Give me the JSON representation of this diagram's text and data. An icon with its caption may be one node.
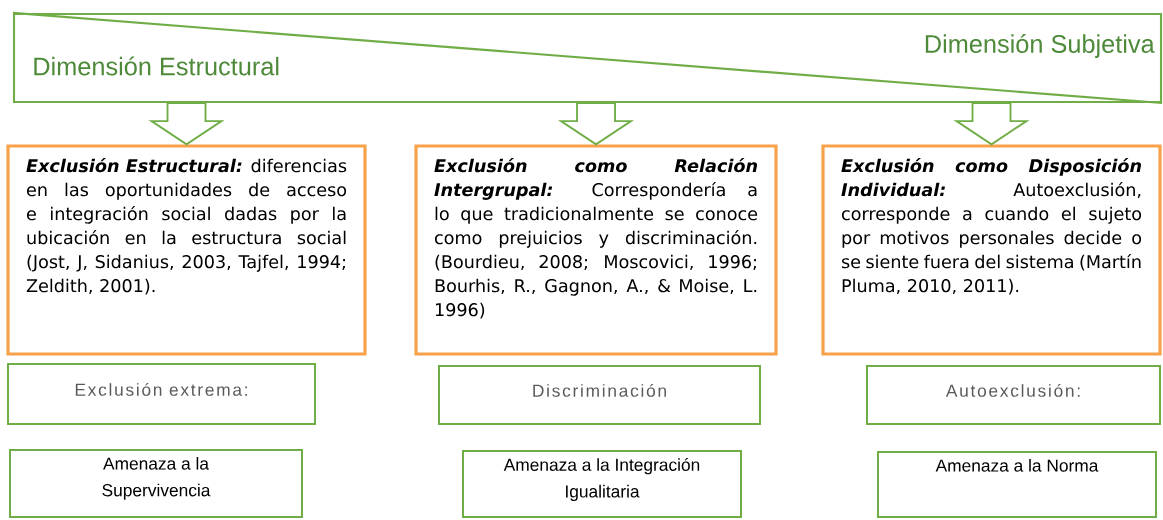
{
  "diagram": {
    "nodes": [
      {
        "text": [
          "Dimensión Estructural",
          "Dimensión Subjetiva"
        ]
      },
      {
        "text": [
          "Exclusión Estructural:",
          "diferencias en las oportunidades de acceso e integración social dadas por la ubicación en la estructura social (Jost, J, Sidanius, 2003, Tajfel, 1994; Zeldith, 2001)."
        ]
      },
      {
        "text": [
          "Exclusión como Relación Intergrupal:",
          "Correspondería a lo que tradicionalmente se conoce como prejuicios y discriminación. (Bourdieu, 2008; Moscovici, 1996; Bourhis, R., Gagnon, A., & Moise, L. 1996)"
        ]
      },
      {
        "text": [
          "Exclusión como Disposición Individual:",
          "Autoexclusión, corresponde a cuando el sujeto por motivos personales decide o se siente fuera del sistema (Martín Pluma, 2010, 2011)."
        ]
      },
      {
        "text": [
          "Exclusión extrema:"
        ]
      },
      {
        "text": [
          "Discriminación"
        ]
      },
      {
        "text": [
          "Autoexclusión:"
        ]
      },
      {
        "text": [
          "Amenaza a la Supervivencia"
        ]
      },
      {
        "text": [
          "Amenaza a la Integración Igualitaria"
        ]
      },
      {
        "text": [
          "Amenaza a la Norma"
        ]
      }
    ],
    "edges": [
      {
        "from": 0,
        "to": 1,
        "arrow": "to"
      },
      {
        "from": 0,
        "to": 2,
        "arrow": "to"
      },
      {
        "from": 0,
        "to": 3,
        "arrow": "to"
      }
    ]
  }
}
